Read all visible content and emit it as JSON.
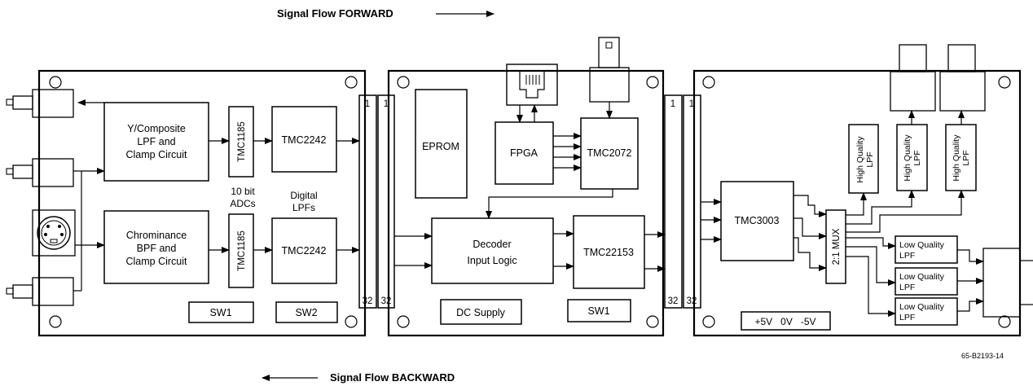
{
  "flow": {
    "forward": "Signal Flow FORWARD",
    "backward": "Signal Flow BACKWARD"
  },
  "board1": {
    "luma_filter": [
      "Y/Composite",
      "LPF and",
      "Clamp Circuit"
    ],
    "chroma_filter": [
      "Chrominance",
      "BPF and",
      "Clamp Circuit"
    ],
    "adc_top": "TMC1185",
    "adc_bottom": "TMC1185",
    "adc_caption": [
      "10 bit",
      "ADCs"
    ],
    "lpf_top": "TMC2242",
    "lpf_bottom": "TMC2242",
    "lpf_caption": [
      "Digital",
      "LPFs"
    ],
    "sw1": "SW1",
    "sw2": "SW2",
    "conn_pin_first": "1",
    "conn_pin_last": "32"
  },
  "board2": {
    "conn_pin_first": "1",
    "conn_pin_last": "32",
    "eprom": "EPROM",
    "fpga": "FPGA",
    "encoder": "TMC2072",
    "decoder_logic": [
      "Decoder",
      "Input Logic"
    ],
    "decoder": "TMC22153",
    "dc_supply": "DC Supply",
    "sw1": "SW1",
    "out_pin_first": "1",
    "out_pin_last": "32"
  },
  "board3": {
    "conn_pin_first": "1",
    "conn_pin_last": "32",
    "processor": "TMC3003",
    "mux": "2:1 MUX",
    "hq_lpf": [
      "High Quality",
      "LPF"
    ],
    "lq_lpf": [
      "Low Quality",
      "LPF"
    ],
    "supply": "+5V   0V   -5V"
  },
  "figure_id": "65-B2193-14"
}
